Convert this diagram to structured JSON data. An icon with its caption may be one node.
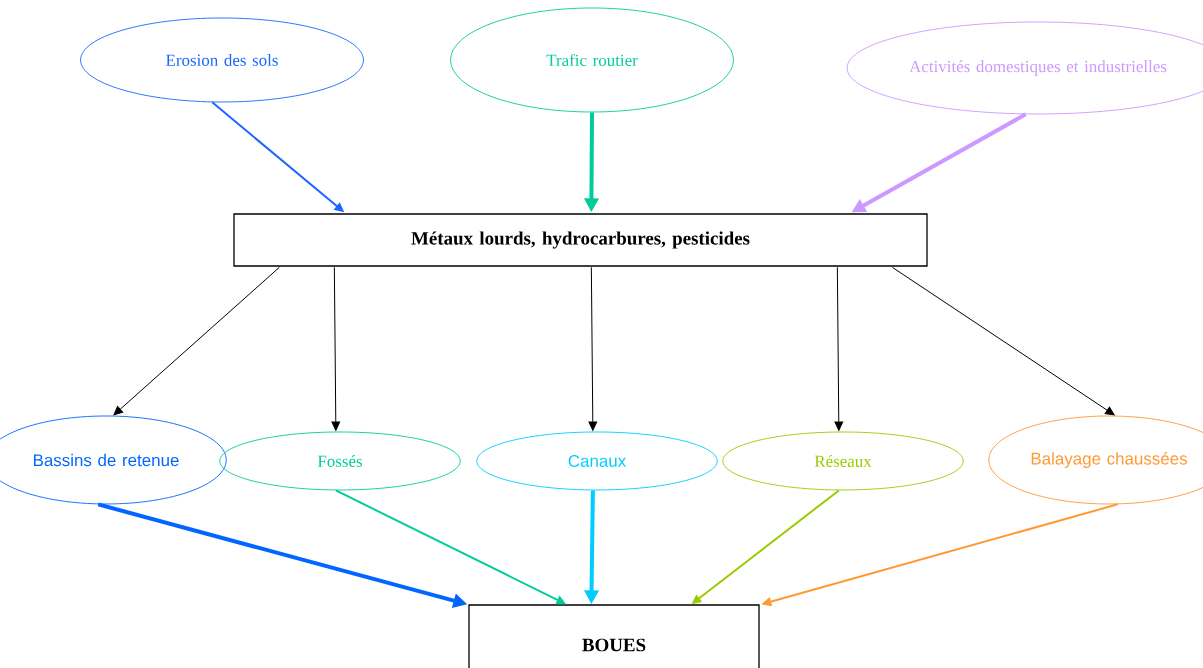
{
  "diagram": {
    "nodes": [
      {
        "text": [
          "Erosion des sols"
        ]
      },
      {
        "text": [
          "Trafic routier"
        ]
      },
      {
        "text": [
          "Activités domestiques et industrielles"
        ]
      },
      {
        "text": [
          "Métaux lourds, hydrocarbures, pesticides"
        ]
      },
      {
        "text": [
          "Bassins de retenue"
        ]
      },
      {
        "text": [
          "Fossés"
        ]
      },
      {
        "text": [
          "Canaux"
        ]
      },
      {
        "text": [
          "Réseaux"
        ]
      },
      {
        "text": [
          "Balayage chaussées"
        ]
      },
      {
        "text": [
          "BOUES"
        ]
      }
    ],
    "edges": [
      {
        "from": 0,
        "to": 3,
        "arrow": "to",
        "color": "#1a66ff"
      },
      {
        "from": 1,
        "to": 3,
        "arrow": "to",
        "style": "thick",
        "color": "#00cc99"
      },
      {
        "from": 2,
        "to": 3,
        "arrow": "to",
        "style": "thick",
        "color": "#cc99ff"
      },
      {
        "from": 3,
        "to": 4,
        "arrow": "to"
      },
      {
        "from": 3,
        "to": 5,
        "arrow": "to"
      },
      {
        "from": 3,
        "to": 6,
        "arrow": "to"
      },
      {
        "from": 3,
        "to": 7,
        "arrow": "to"
      },
      {
        "from": 3,
        "to": 8,
        "arrow": "to"
      },
      {
        "from": 4,
        "to": 9,
        "arrow": "to",
        "style": "thick",
        "color": "#0066ff"
      },
      {
        "from": 5,
        "to": 9,
        "arrow": "to",
        "color": "#00cc99"
      },
      {
        "from": 6,
        "to": 9,
        "arrow": "to",
        "style": "thick",
        "color": "#00ccff"
      },
      {
        "from": 7,
        "to": 9,
        "arrow": "to",
        "color": "#99cc00"
      },
      {
        "from": 8,
        "to": 9,
        "arrow": "to",
        "color": "#ff9933"
      }
    ]
  }
}
